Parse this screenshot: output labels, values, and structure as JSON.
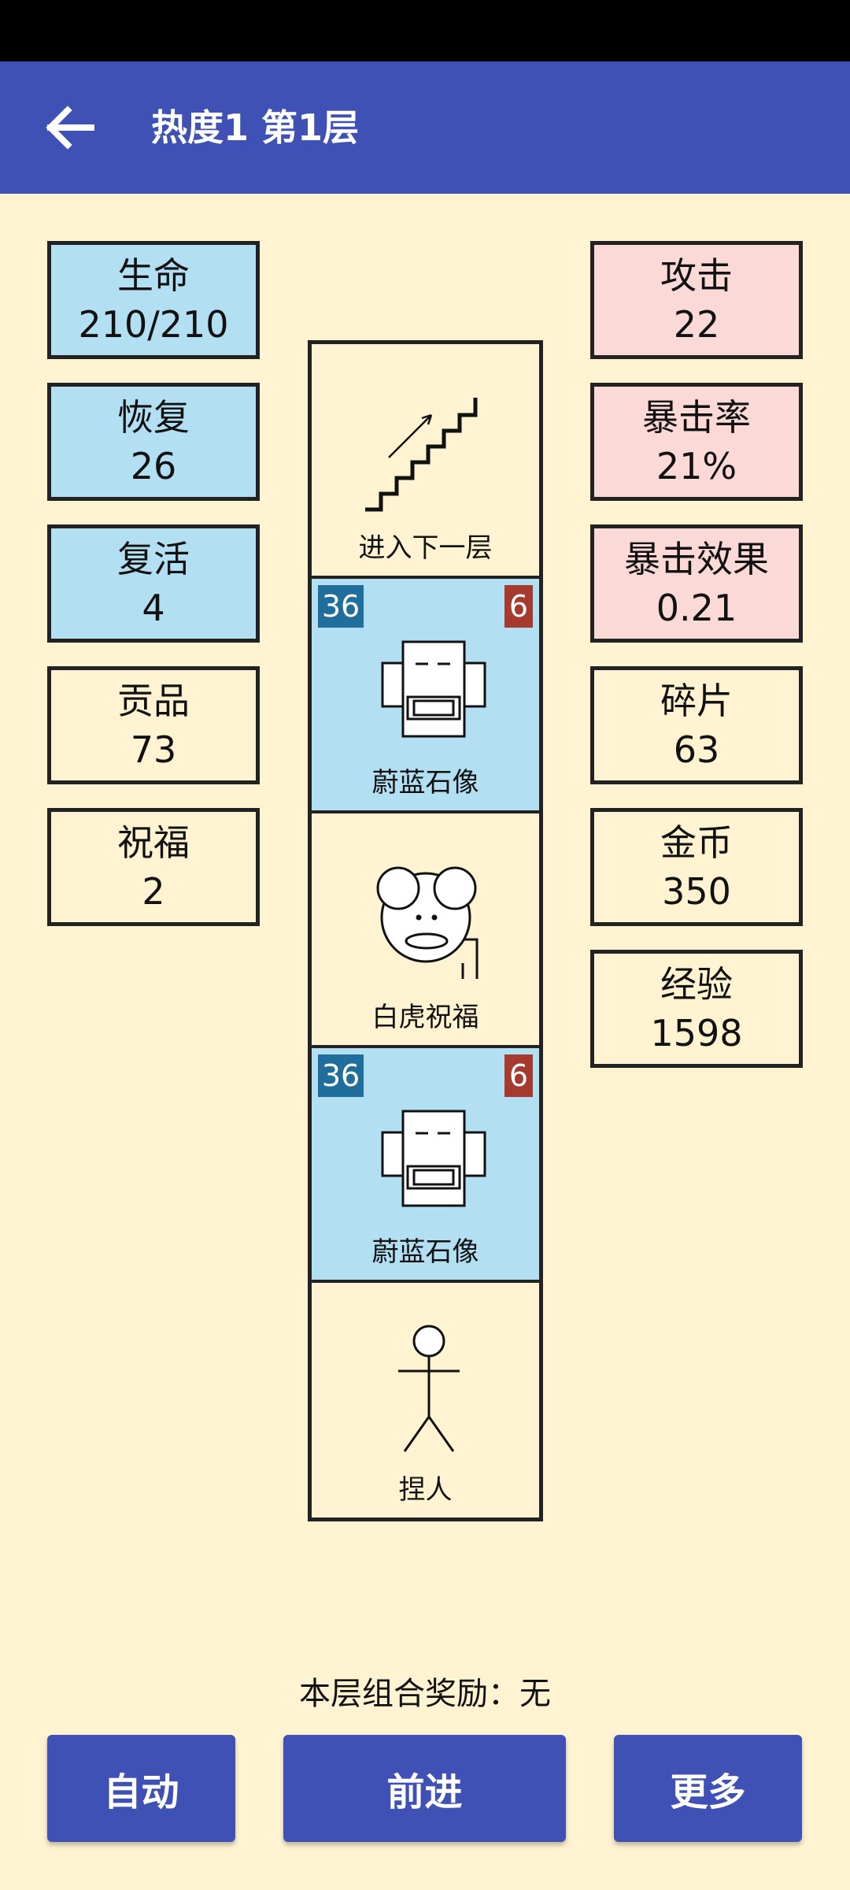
{
  "header": {
    "title": "热度1 第1层"
  },
  "stats_left": [
    {
      "label": "生命",
      "value": "210/210",
      "style": "blue"
    },
    {
      "label": "恢复",
      "value": "26",
      "style": "blue"
    },
    {
      "label": "复活",
      "value": "4",
      "style": "blue"
    },
    {
      "label": "贡品",
      "value": "73",
      "style": "plain"
    },
    {
      "label": "祝福",
      "value": "2",
      "style": "plain"
    }
  ],
  "stats_right": [
    {
      "label": "攻击",
      "value": "22",
      "style": "pink"
    },
    {
      "label": "暴击率",
      "value": "21%",
      "style": "pink"
    },
    {
      "label": "暴击效果",
      "value": "0.21",
      "style": "pink"
    },
    {
      "label": "碎片",
      "value": "63",
      "style": "plain"
    },
    {
      "label": "金币",
      "value": "350",
      "style": "plain"
    },
    {
      "label": "经验",
      "value": "1598",
      "style": "plain"
    }
  ],
  "tower": [
    {
      "name": "进入下一层",
      "icon": "stairs-icon"
    },
    {
      "name": "蔚蓝石像",
      "icon": "statue-icon",
      "hp": "36",
      "atk": "6"
    },
    {
      "name": "白虎祝福",
      "icon": "tiger-icon"
    },
    {
      "name": "蔚蓝石像",
      "icon": "statue-icon",
      "hp": "36",
      "atk": "6"
    },
    {
      "name": "捏人",
      "icon": "stick-figure-icon"
    }
  ],
  "footer": {
    "bonus_text": "本层组合奖励：无",
    "auto_label": "自动",
    "forward_label": "前进",
    "more_label": "更多"
  },
  "colors": {
    "primary": "#3f51b5",
    "background": "#fff3d1",
    "stat_blue": "#b3dff2",
    "stat_pink": "#fad9d6",
    "hp_badge": "#1f6e9c",
    "atk_badge": "#a63a2e"
  }
}
